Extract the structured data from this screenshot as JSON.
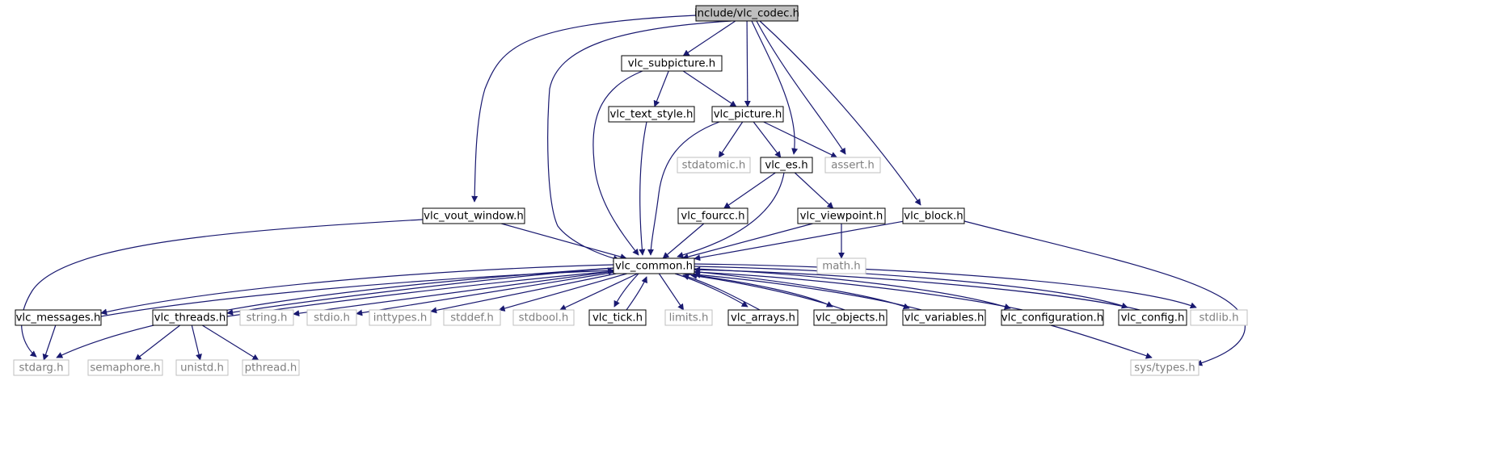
{
  "colors": {
    "edge": "#191970",
    "root_fill": "#bfbfbf",
    "node_border": "#000000",
    "external_border": "#bfbfbf",
    "external_text": "#7f7f7f",
    "text": "#000000"
  },
  "nodes": [
    {
      "id": "vlc_codec_h",
      "label": "include/vlc_codec.h",
      "kind": "root"
    },
    {
      "id": "vlc_subpicture_h",
      "label": "vlc_subpicture.h",
      "kind": "header"
    },
    {
      "id": "vlc_text_style_h",
      "label": "vlc_text_style.h",
      "kind": "header"
    },
    {
      "id": "vlc_picture_h",
      "label": "vlc_picture.h",
      "kind": "header"
    },
    {
      "id": "stdatomic_h",
      "label": "stdatomic.h",
      "kind": "external"
    },
    {
      "id": "vlc_es_h",
      "label": "vlc_es.h",
      "kind": "header"
    },
    {
      "id": "assert_h",
      "label": "assert.h",
      "kind": "external"
    },
    {
      "id": "vlc_vout_window_h",
      "label": "vlc_vout_window.h",
      "kind": "header"
    },
    {
      "id": "vlc_fourcc_h",
      "label": "vlc_fourcc.h",
      "kind": "header"
    },
    {
      "id": "vlc_viewpoint_h",
      "label": "vlc_viewpoint.h",
      "kind": "header"
    },
    {
      "id": "vlc_block_h",
      "label": "vlc_block.h",
      "kind": "header"
    },
    {
      "id": "vlc_common_h",
      "label": "vlc_common.h",
      "kind": "header"
    },
    {
      "id": "math_h",
      "label": "math.h",
      "kind": "external"
    },
    {
      "id": "vlc_messages_h",
      "label": "vlc_messages.h",
      "kind": "header"
    },
    {
      "id": "vlc_threads_h",
      "label": "vlc_threads.h",
      "kind": "header"
    },
    {
      "id": "string_h",
      "label": "string.h",
      "kind": "external"
    },
    {
      "id": "stdio_h",
      "label": "stdio.h",
      "kind": "external"
    },
    {
      "id": "inttypes_h",
      "label": "inttypes.h",
      "kind": "external"
    },
    {
      "id": "stddef_h",
      "label": "stddef.h",
      "kind": "external"
    },
    {
      "id": "stdbool_h",
      "label": "stdbool.h",
      "kind": "external"
    },
    {
      "id": "vlc_tick_h",
      "label": "vlc_tick.h",
      "kind": "header"
    },
    {
      "id": "limits_h",
      "label": "limits.h",
      "kind": "external"
    },
    {
      "id": "vlc_arrays_h",
      "label": "vlc_arrays.h",
      "kind": "header"
    },
    {
      "id": "vlc_objects_h",
      "label": "vlc_objects.h",
      "kind": "header"
    },
    {
      "id": "vlc_variables_h",
      "label": "vlc_variables.h",
      "kind": "header"
    },
    {
      "id": "vlc_configuration_h",
      "label": "vlc_configuration.h",
      "kind": "header"
    },
    {
      "id": "vlc_config_h",
      "label": "vlc_config.h",
      "kind": "header"
    },
    {
      "id": "stdlib_h",
      "label": "stdlib.h",
      "kind": "external"
    },
    {
      "id": "stdarg_h",
      "label": "stdarg.h",
      "kind": "external"
    },
    {
      "id": "semaphore_h",
      "label": "semaphore.h",
      "kind": "external"
    },
    {
      "id": "unistd_h",
      "label": "unistd.h",
      "kind": "external"
    },
    {
      "id": "pthread_h",
      "label": "pthread.h",
      "kind": "external"
    },
    {
      "id": "sys_types_h",
      "label": "sys/types.h",
      "kind": "external"
    }
  ],
  "edges": [
    {
      "from": "vlc_codec_h",
      "to": "vlc_subpicture_h"
    },
    {
      "from": "vlc_codec_h",
      "to": "vlc_picture_h"
    },
    {
      "from": "vlc_codec_h",
      "to": "vlc_es_h"
    },
    {
      "from": "vlc_codec_h",
      "to": "assert_h"
    },
    {
      "from": "vlc_codec_h",
      "to": "vlc_block_h"
    },
    {
      "from": "vlc_codec_h",
      "to": "vlc_vout_window_h"
    },
    {
      "from": "vlc_codec_h",
      "to": "vlc_common_h"
    },
    {
      "from": "vlc_subpicture_h",
      "to": "vlc_text_style_h"
    },
    {
      "from": "vlc_subpicture_h",
      "to": "vlc_picture_h"
    },
    {
      "from": "vlc_subpicture_h",
      "to": "vlc_common_h"
    },
    {
      "from": "vlc_text_style_h",
      "to": "vlc_common_h"
    },
    {
      "from": "vlc_picture_h",
      "to": "stdatomic_h"
    },
    {
      "from": "vlc_picture_h",
      "to": "vlc_es_h"
    },
    {
      "from": "vlc_picture_h",
      "to": "assert_h"
    },
    {
      "from": "vlc_picture_h",
      "to": "vlc_common_h"
    },
    {
      "from": "vlc_es_h",
      "to": "vlc_fourcc_h"
    },
    {
      "from": "vlc_es_h",
      "to": "vlc_viewpoint_h"
    },
    {
      "from": "vlc_es_h",
      "to": "vlc_common_h"
    },
    {
      "from": "vlc_fourcc_h",
      "to": "vlc_common_h"
    },
    {
      "from": "vlc_viewpoint_h",
      "to": "vlc_common_h"
    },
    {
      "from": "vlc_viewpoint_h",
      "to": "math_h"
    },
    {
      "from": "vlc_block_h",
      "to": "vlc_common_h"
    },
    {
      "from": "vlc_block_h",
      "to": "sys_types_h"
    },
    {
      "from": "vlc_vout_window_h",
      "to": "vlc_common_h"
    },
    {
      "from": "vlc_vout_window_h",
      "to": "stdarg_h"
    },
    {
      "from": "vlc_common_h",
      "to": "vlc_messages_h"
    },
    {
      "from": "vlc_common_h",
      "to": "vlc_threads_h"
    },
    {
      "from": "vlc_common_h",
      "to": "string_h"
    },
    {
      "from": "vlc_common_h",
      "to": "stdio_h"
    },
    {
      "from": "vlc_common_h",
      "to": "inttypes_h"
    },
    {
      "from": "vlc_common_h",
      "to": "stddef_h"
    },
    {
      "from": "vlc_common_h",
      "to": "stdbool_h"
    },
    {
      "from": "vlc_common_h",
      "to": "vlc_tick_h"
    },
    {
      "from": "vlc_common_h",
      "to": "limits_h"
    },
    {
      "from": "vlc_common_h",
      "to": "vlc_arrays_h"
    },
    {
      "from": "vlc_common_h",
      "to": "vlc_objects_h"
    },
    {
      "from": "vlc_common_h",
      "to": "vlc_variables_h"
    },
    {
      "from": "vlc_common_h",
      "to": "vlc_configuration_h"
    },
    {
      "from": "vlc_common_h",
      "to": "vlc_config_h"
    },
    {
      "from": "vlc_common_h",
      "to": "stdlib_h"
    },
    {
      "from": "vlc_common_h",
      "to": "stdarg_h"
    },
    {
      "from": "vlc_messages_h",
      "to": "vlc_common_h"
    },
    {
      "from": "vlc_messages_h",
      "to": "stdarg_h"
    },
    {
      "from": "vlc_threads_h",
      "to": "vlc_common_h"
    },
    {
      "from": "vlc_threads_h",
      "to": "semaphore_h"
    },
    {
      "from": "vlc_threads_h",
      "to": "unistd_h"
    },
    {
      "from": "vlc_threads_h",
      "to": "pthread_h"
    },
    {
      "from": "vlc_tick_h",
      "to": "vlc_common_h"
    },
    {
      "from": "vlc_arrays_h",
      "to": "vlc_common_h"
    },
    {
      "from": "vlc_objects_h",
      "to": "vlc_common_h"
    },
    {
      "from": "vlc_variables_h",
      "to": "vlc_common_h"
    },
    {
      "from": "vlc_configuration_h",
      "to": "vlc_common_h"
    },
    {
      "from": "vlc_configuration_h",
      "to": "sys_types_h"
    },
    {
      "from": "vlc_config_h",
      "to": "vlc_common_h"
    }
  ]
}
